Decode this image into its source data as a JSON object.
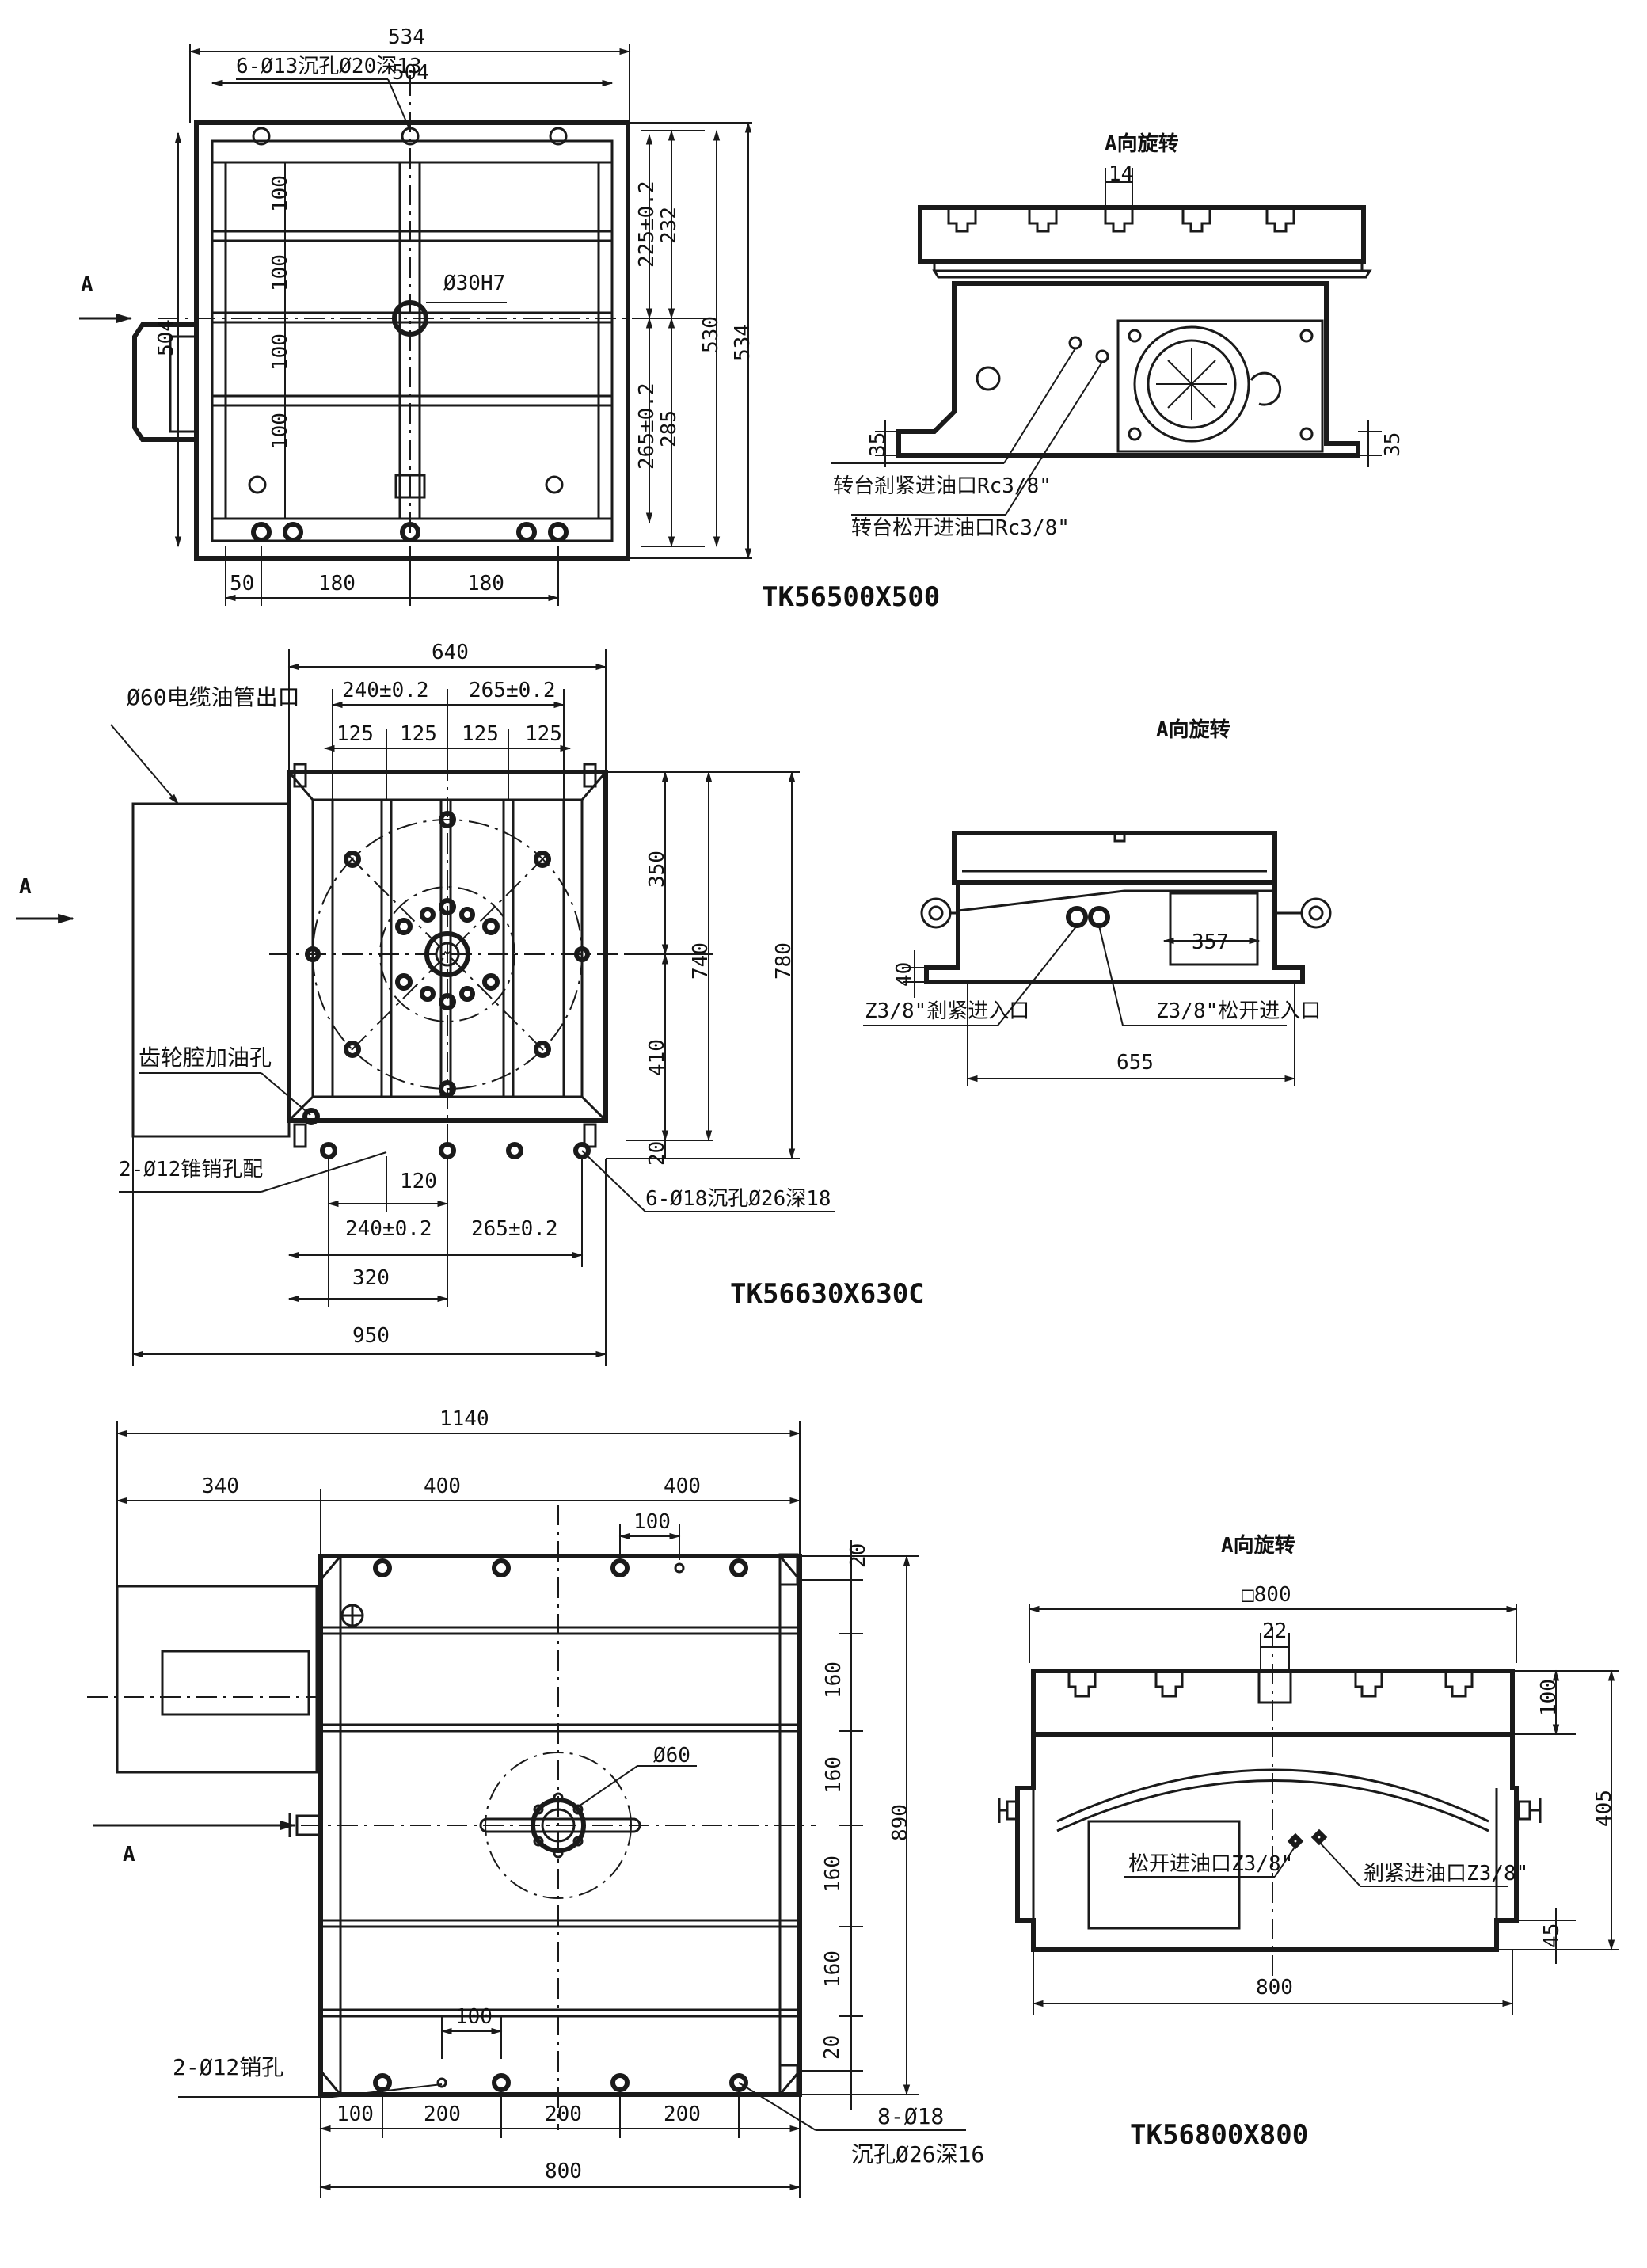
{
  "drawing_1": {
    "model": "TK56500X500",
    "view_title": "A向旋转",
    "arrow_label": "A",
    "dims": {
      "overall_width": "534",
      "inner_width": "504",
      "holes_note": "6-Ø13沉孔Ø20深13",
      "bore": "Ø30H7",
      "slot_pitch_1": "100",
      "slot_pitch_2": "100",
      "slot_pitch_3": "100",
      "slot_pitch_4": "100",
      "motor_height": "504",
      "dim_225": "225±0.2",
      "dim_232": "232",
      "dim_530": "530",
      "dim_534_right": "534",
      "dim_265": "265±0.2",
      "dim_285": "285",
      "bottom_50": "50",
      "bottom_180a": "180",
      "bottom_180b": "180",
      "side_14": "14",
      "side_35_left": "35",
      "side_35_right": "35"
    },
    "ports": {
      "clamp": "转台剎紧进油口Rc3/8\"",
      "release": "转台松开进油口Rc3/8\""
    }
  },
  "drawing_2": {
    "model": "TK56630X630C",
    "view_title": "A向旋转",
    "arrow_label": "A",
    "dims": {
      "overall_640": "640",
      "top_240": "240±0.2",
      "top_265": "265±0.2",
      "p125a": "125",
      "p125b": "125",
      "p125c": "125",
      "p125d": "125",
      "v350": "350",
      "v740": "740",
      "v780": "780",
      "v410": "410",
      "v20": "20",
      "b120": "120",
      "b240": "240±0.2",
      "b265": "265±0.2",
      "b320": "320",
      "b950": "950",
      "side_40": "40",
      "side_357": "357",
      "side_655": "655"
    },
    "notes": {
      "cable_outlet": "Ø60电缆油管出口",
      "gear_oil": "齿轮腔加油孔",
      "pin_holes": "2-Ø12锥销孔配",
      "counterbore": "6-Ø18沉孔Ø26深18",
      "clamp_port": "Z3/8\"剎紧进入口",
      "release_port": "Z3/8\"松开进入口"
    }
  },
  "drawing_3": {
    "model": "TK56800X800",
    "view_title": "A向旋转",
    "arrow_label": "A",
    "dims": {
      "overall_1140": "1140",
      "t340": "340",
      "t400a": "400",
      "t400b": "400",
      "t100": "100",
      "r20_top": "20",
      "r160a": "160",
      "r160b": "160",
      "r160c": "160",
      "r160d": "160",
      "r20_bot": "20",
      "r890": "890",
      "bore60": "Ø60",
      "b100_inner": "100",
      "b100": "100",
      "b200a": "200",
      "b200b": "200",
      "b200c": "200",
      "b800": "800",
      "side_square": "□800",
      "side_22": "22",
      "side_100": "100",
      "side_405": "405",
      "side_45": "45",
      "side_800": "800"
    },
    "notes": {
      "pin_holes": "2-Ø12销孔",
      "holes_8": "8-Ø18",
      "counterbore": "沉孔Ø26深16",
      "release_port": "松开进油口Z3/8\"",
      "clamp_port": "剎紧进油口Z3/8\""
    }
  }
}
